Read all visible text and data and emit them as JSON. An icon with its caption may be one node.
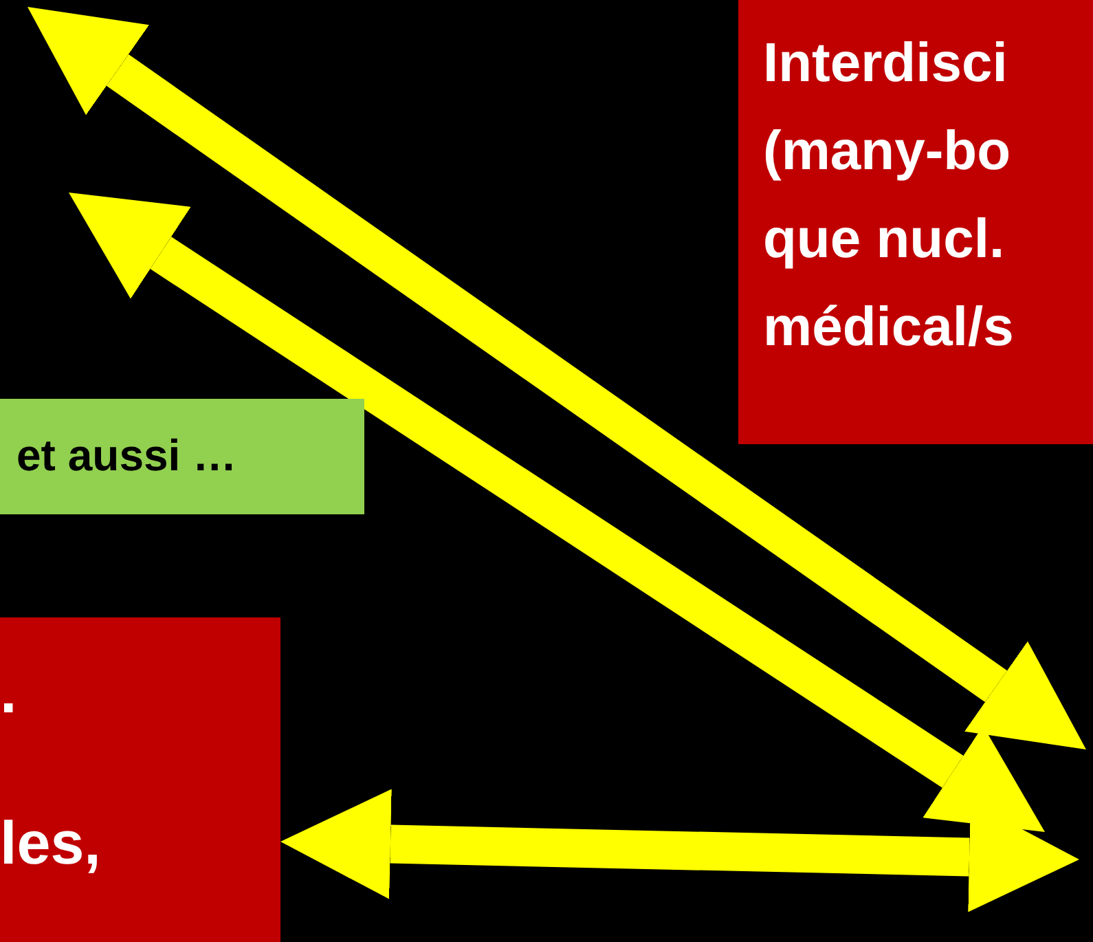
{
  "diagram": {
    "nodes": [
      {
        "text": [
          "Interdisci (many-bo que nucl. médical/s"
        ]
      },
      {
        "text": [
          "et aussi …"
        ]
      },
      {
        "text": [
          ". les,"
        ]
      }
    ],
    "edges": [
      {
        "from": null,
        "to": 2,
        "arrow": "both"
      }
    ]
  }
}
